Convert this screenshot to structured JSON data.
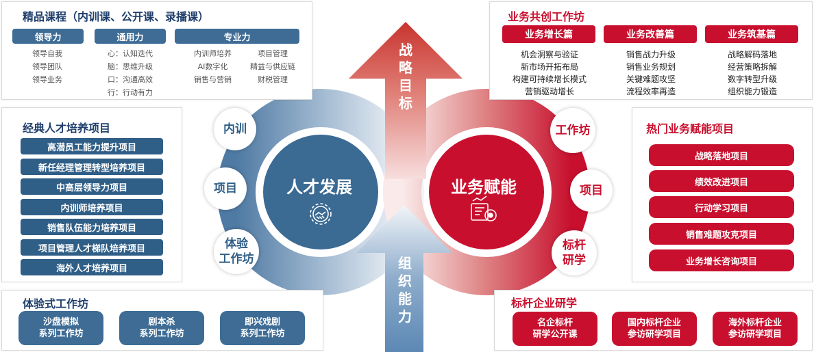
{
  "courses": {
    "title": "精品课程（内训课、公开课、录播课）",
    "categories": [
      {
        "label": "领导力",
        "items": [
          "领导自我",
          "领导团队",
          "领导业务"
        ]
      },
      {
        "label": "通用力",
        "items": [
          "心：认知迭代",
          "脑：思维升级",
          "口：沟通高效",
          "行：行动有力"
        ]
      },
      {
        "label": "专业力",
        "col1": [
          "内训师培养",
          "AI数字化",
          "销售与营销"
        ],
        "col2": [
          "项目管理",
          "精益与供应链",
          "财税管理"
        ]
      }
    ]
  },
  "classic": {
    "title": "经典人才培养项目",
    "items": [
      "高潜员工能力提升项目",
      "新任经理管理转型培养项目",
      "中高层领导力项目",
      "内训师培养项目",
      "销售队伍能力培养项目",
      "项目管理人才梯队培养项目",
      "海外人才培养项目"
    ]
  },
  "experience": {
    "title": "体验式工作坊",
    "items": [
      {
        "line1": "沙盘模拟",
        "line2": "系列工作坊"
      },
      {
        "line1": "剧本杀",
        "line2": "系列工作坊"
      },
      {
        "line1": "即兴戏剧",
        "line2": "系列工作坊"
      }
    ]
  },
  "cocreate": {
    "title": "业务共创工作坊",
    "columns": [
      {
        "label": "业务增长篇",
        "items": [
          "机会洞察与验证",
          "新市场开拓布局",
          "构建可持续增长模式",
          "营销驱动增长"
        ]
      },
      {
        "label": "业务改善篇",
        "items": [
          "销售战力升级",
          "销售业务规划",
          "关键难题攻坚",
          "流程效率再造"
        ]
      },
      {
        "label": "业务筑基篇",
        "items": [
          "战略解码落地",
          "经营策略拆解",
          "数字转型升级",
          "组织能力锻造"
        ]
      }
    ]
  },
  "hot": {
    "title": "热门业务赋能项目",
    "items": [
      "战略落地项目",
      "绩效改进项目",
      "行动学习项目",
      "销售难题攻克项目",
      "业务增长咨询项目"
    ]
  },
  "benchmark": {
    "title": "标杆企业研学",
    "items": [
      {
        "line1": "名企标杆",
        "line2": "研学公开课"
      },
      {
        "line1": "国内标杆企业",
        "line2": "参访研学项目"
      },
      {
        "line1": "海外标杆企业",
        "line2": "参访研学项目"
      }
    ]
  },
  "center": {
    "left_label": "人才发展",
    "right_label": "业务赋能",
    "left_nodes": [
      "内训",
      "项目",
      "体验",
      "工作坊"
    ],
    "right_nodes": [
      "工作坊",
      "项目",
      "标杆",
      "研学"
    ],
    "arrow_up_chars": [
      "战",
      "略",
      "目",
      "标"
    ],
    "arrow_bottom_chars": [
      "组",
      "织",
      "能",
      "力"
    ]
  },
  "colors": {
    "blue": "#2f5e87",
    "red": "#c8102e"
  }
}
